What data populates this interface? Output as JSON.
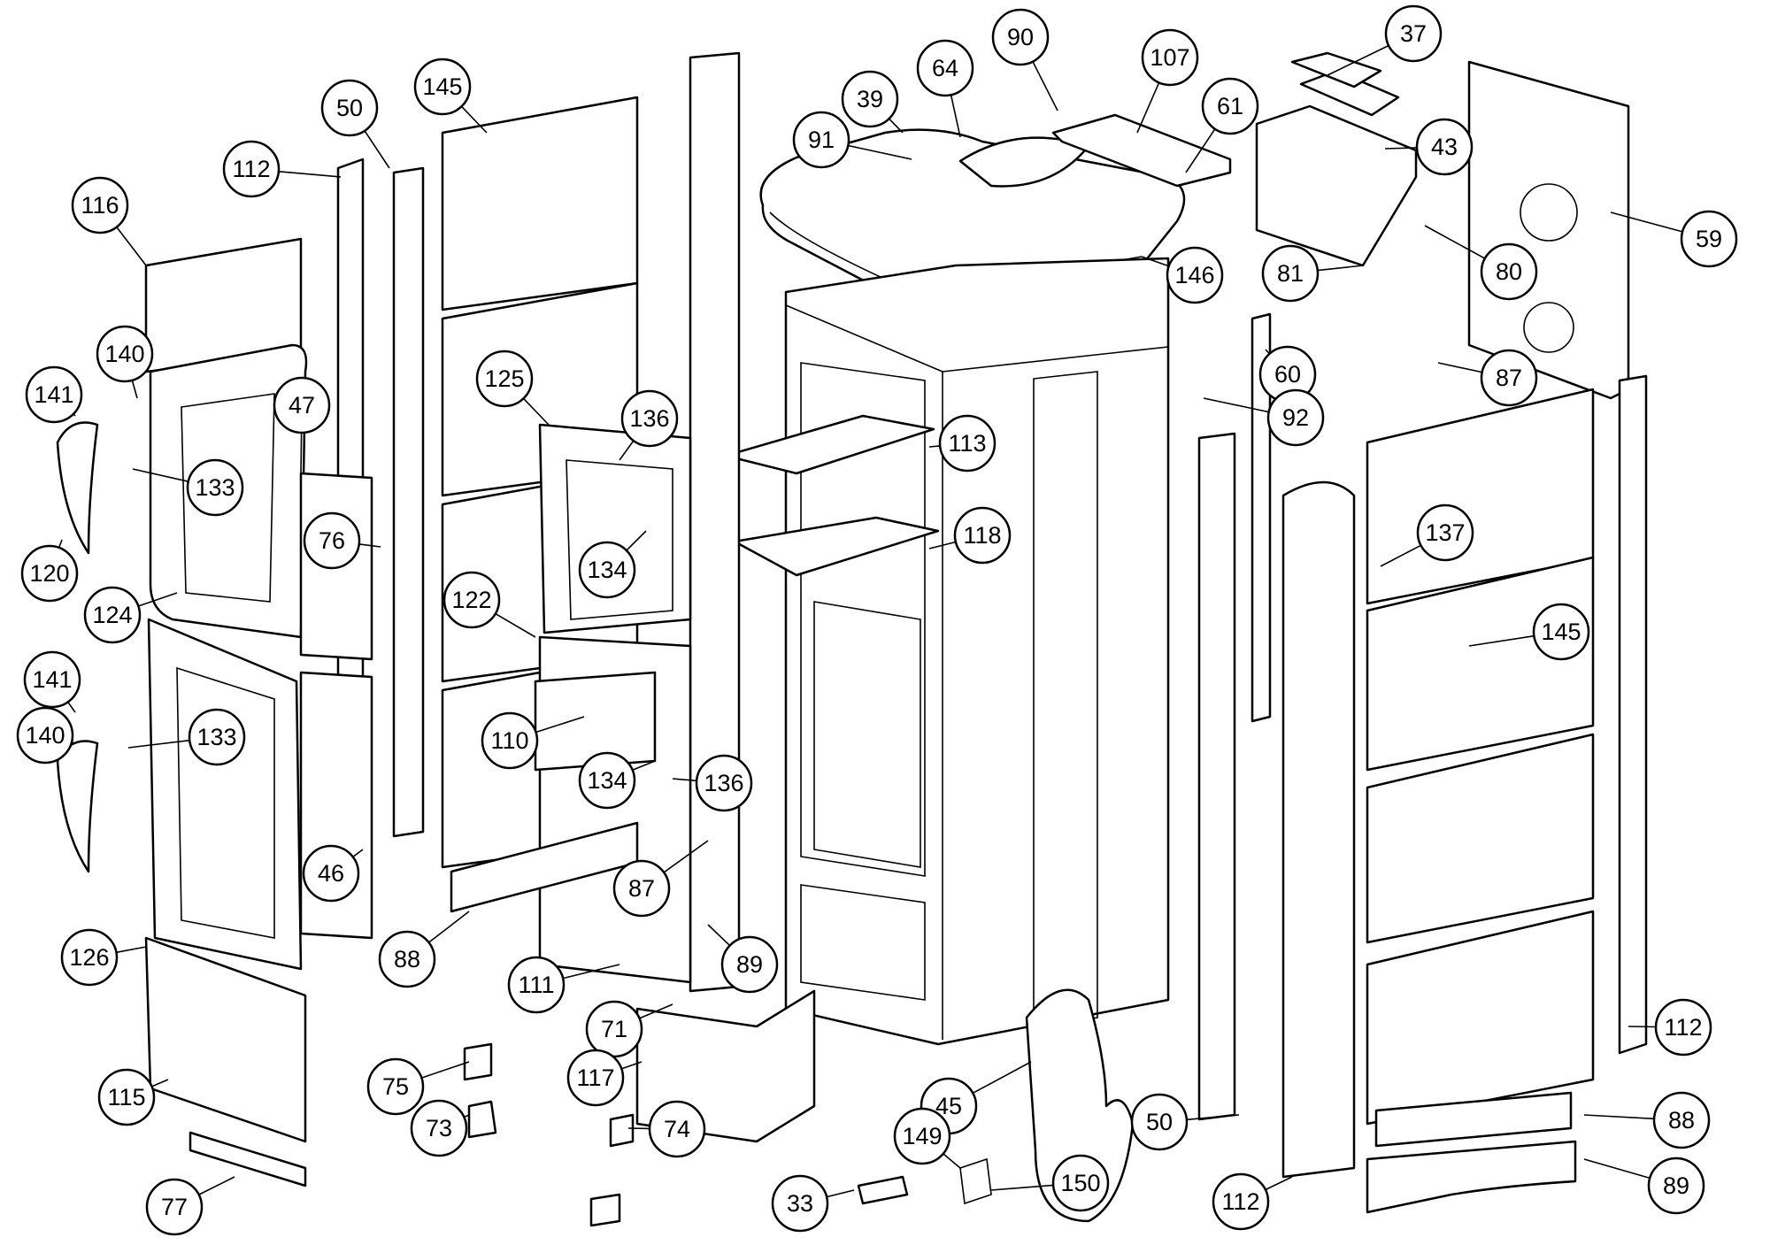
{
  "part_labels": [
    "37",
    "90",
    "107",
    "64",
    "39",
    "61",
    "91",
    "43",
    "59",
    "81",
    "80",
    "146",
    "50",
    "145",
    "112",
    "116",
    "140",
    "141",
    "47",
    "60",
    "87",
    "92",
    "125",
    "136",
    "113",
    "133",
    "76",
    "120",
    "118",
    "124",
    "134",
    "137",
    "122",
    "145",
    "141",
    "110",
    "140",
    "133",
    "136",
    "134",
    "87",
    "46",
    "88",
    "89",
    "126",
    "111",
    "71",
    "117",
    "75",
    "112",
    "45",
    "149",
    "88",
    "73",
    "74",
    "33",
    "150",
    "50",
    "112",
    "89",
    "77",
    "115"
  ]
}
